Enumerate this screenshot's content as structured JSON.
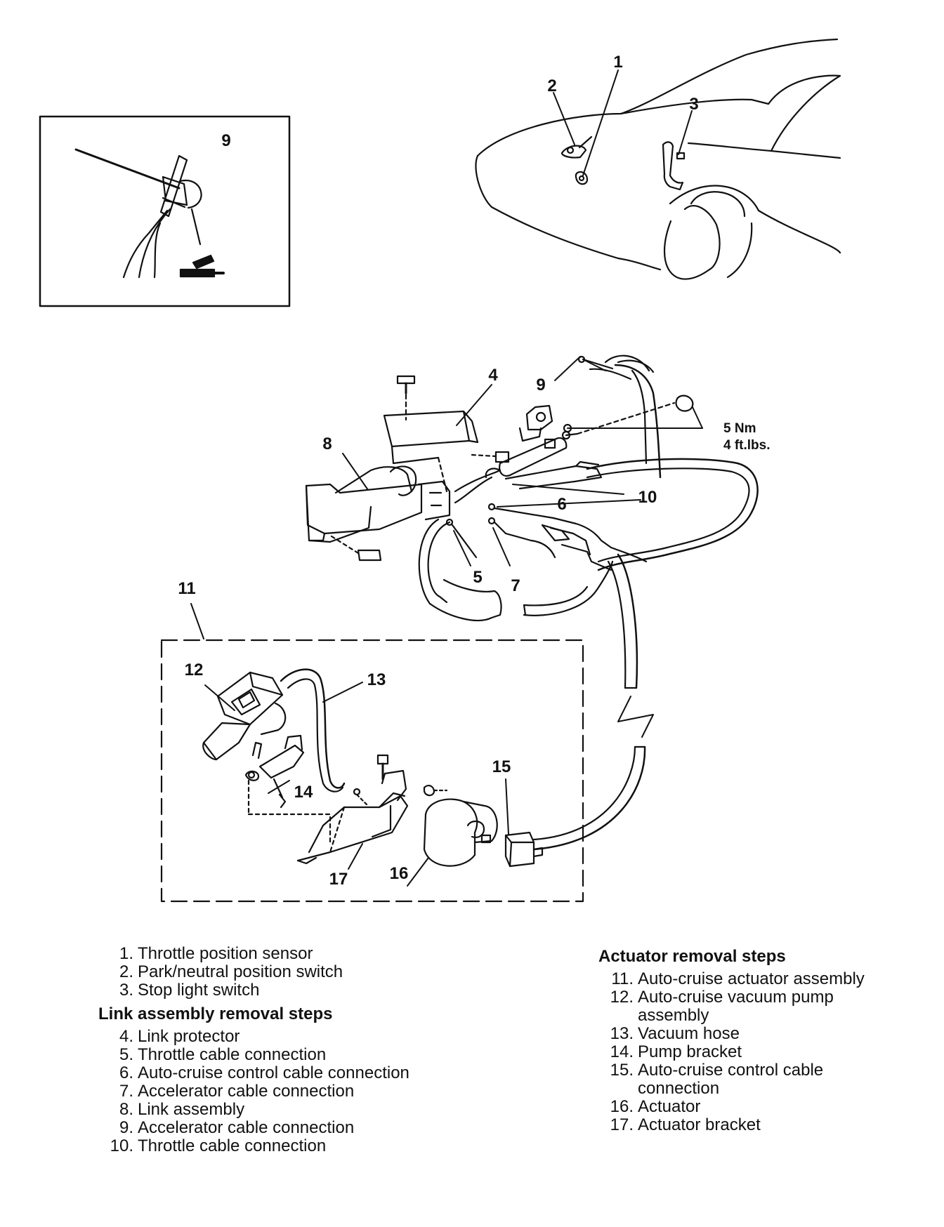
{
  "callouts": {
    "c1": "1",
    "c2": "2",
    "c3": "3",
    "c4": "4",
    "c5": "5",
    "c6": "6",
    "c7": "7",
    "c8": "8",
    "c9_inset": "9",
    "c9": "9",
    "c10": "10",
    "c11": "11",
    "c12": "12",
    "c13": "13",
    "c14": "14",
    "c15": "15",
    "c16": "16",
    "c17": "17"
  },
  "torque": {
    "nm": "5 Nm",
    "ftlbs": "4 ft.lbs."
  },
  "legend_left": {
    "general_items": [
      {
        "num": "1.",
        "text": "Throttle position sensor"
      },
      {
        "num": "2.",
        "text": "Park/neutral position switch"
      },
      {
        "num": "3.",
        "text": "Stop light switch"
      }
    ],
    "link_heading": "Link assembly removal steps",
    "link_items": [
      {
        "num": "4.",
        "text": "Link protector"
      },
      {
        "num": "5.",
        "text": "Throttle cable connection"
      },
      {
        "num": "6.",
        "text": "Auto-cruise control cable connection"
      },
      {
        "num": "7.",
        "text": "Accelerator cable connection"
      },
      {
        "num": "8.",
        "text": "Link assembly"
      },
      {
        "num": "9.",
        "text": "Accelerator cable connection"
      },
      {
        "num": "10.",
        "text": "Throttle cable connection"
      }
    ]
  },
  "legend_right": {
    "actuator_heading": "Actuator removal steps",
    "actuator_items": [
      {
        "num": "11.",
        "text": "Auto-cruise actuator assembly"
      },
      {
        "num": "12.",
        "text": "Auto-cruise vacuum pump assembly"
      },
      {
        "num": "13.",
        "text": "Vacuum hose"
      },
      {
        "num": "14.",
        "text": "Pump bracket"
      },
      {
        "num": "15.",
        "text": "Auto-cruise control cable connection"
      },
      {
        "num": "16.",
        "text": "Actuator"
      },
      {
        "num": "17.",
        "text": "Actuator bracket"
      }
    ]
  }
}
